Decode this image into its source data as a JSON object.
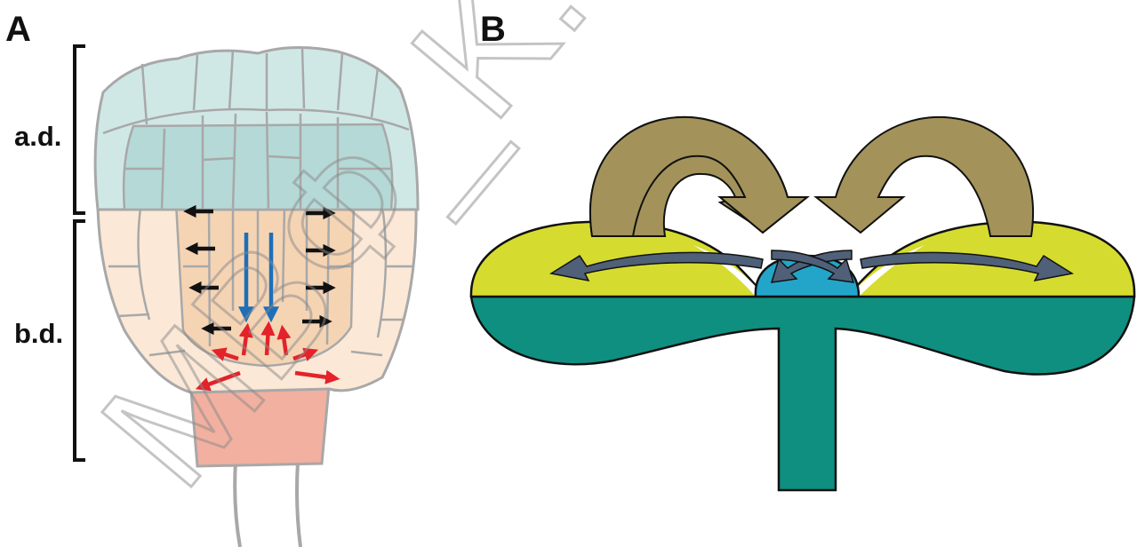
{
  "panels": {
    "a": {
      "label": "A",
      "upper_bracket_label": "a.d.",
      "lower_bracket_label": "b.d."
    },
    "b": {
      "label": "B"
    }
  },
  "watermark": {
    "text": "ΜΒΦ_Κ. Χαρ"
  },
  "colors": {
    "apical_cells": "#cfe8e6",
    "apical_inner": "#b5d9d6",
    "basal_cells": "#fbe8d6",
    "basal_inner": "#f5d4b4",
    "hypophysis": "#f2b0a0",
    "cell_wall": "#a8a8a8",
    "auxin_efflux_black": "#111111",
    "auxin_flow_blue": "#1d6fb8",
    "auxin_red": "#e3222a",
    "cotyledon_yellow": "#d6dc2f",
    "embryo_teal": "#0f8f80",
    "center_blue": "#23a5c9",
    "big_arrow_brown": "#a3935a",
    "small_arrow_slate": "#4f6078"
  }
}
